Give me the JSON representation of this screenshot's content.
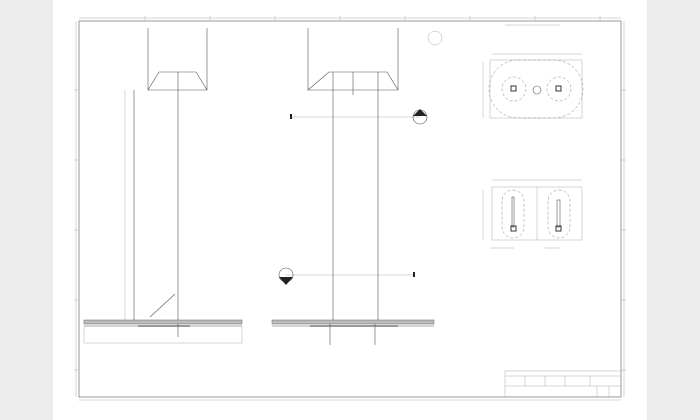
{
  "drawing": {
    "type": "technical-drawing",
    "views": [
      "front-elevation",
      "side-elevation",
      "top-plan",
      "bottom-plan"
    ],
    "line_color": "#555555",
    "background_color": "#ececec",
    "sheet_color": "#ffffff"
  }
}
